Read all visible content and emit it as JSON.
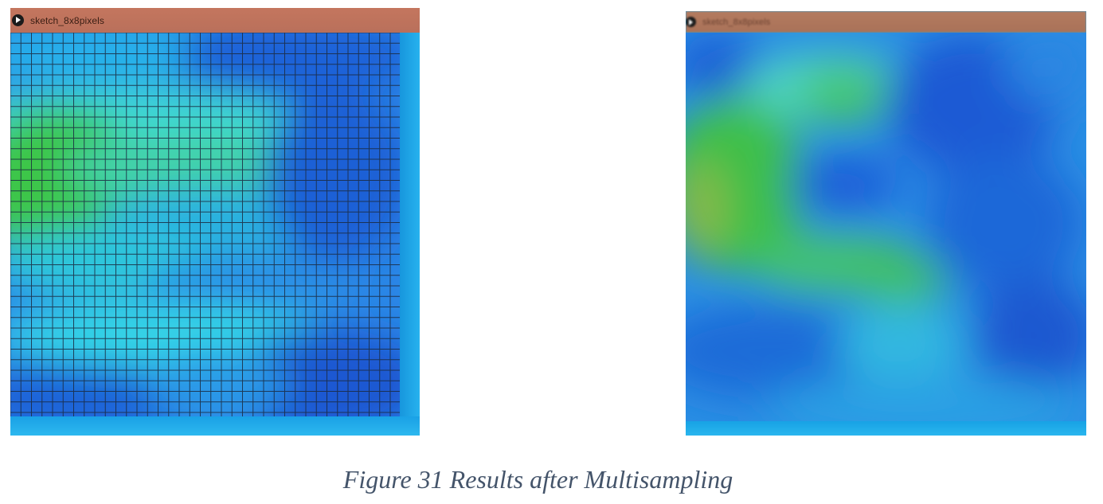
{
  "windows": [
    {
      "title": "sketch_8x8pixels",
      "run_icon": "play-circle-icon",
      "view": "interpolated-grid",
      "grid_lines": true
    },
    {
      "title": "sketch_8x8pixels",
      "run_icon": "play-circle-icon",
      "view": "multisampled-smooth",
      "grid_lines": false
    }
  ],
  "caption": "Figure 31 Results after Multisampling",
  "colors": {
    "titlebar": "#c4765e",
    "frame_blue": "#1fa6e8",
    "grid_line": "#1b2a40",
    "heat_green": "#3cc44a",
    "heat_cyan": "#2fd0de",
    "heat_blue": "#1f5fd6",
    "caption_text": "#44546a"
  }
}
